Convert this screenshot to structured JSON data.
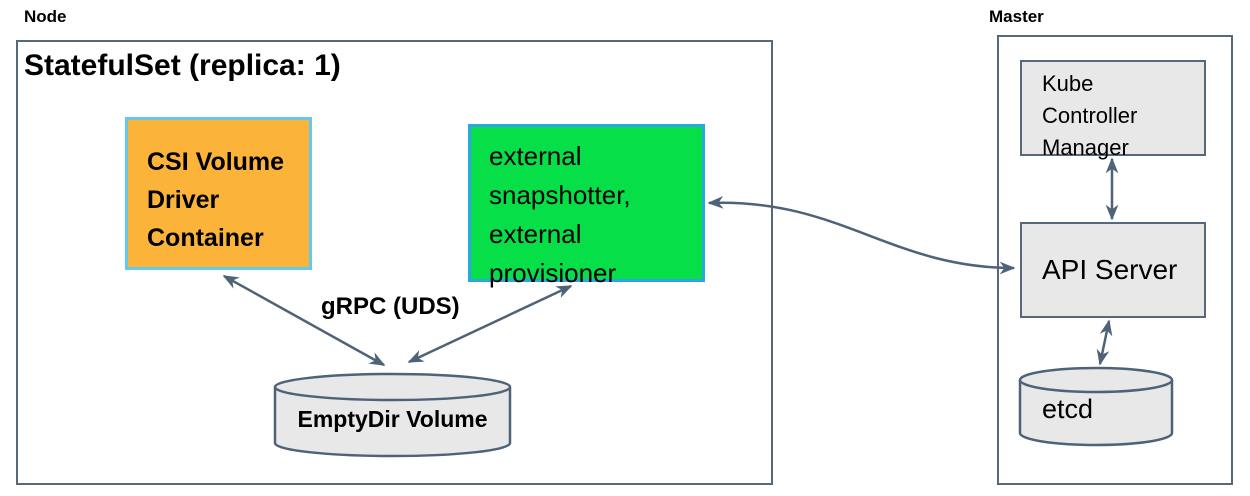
{
  "node_section": {
    "label": "Node",
    "statefulset_label": "StatefulSet (replica: 1)",
    "csi_box": {
      "lines": [
        "CSI Volume",
        "Driver",
        "Container"
      ]
    },
    "external_box": {
      "lines": [
        "external",
        "snapshotter,",
        "external",
        "provisioner"
      ]
    },
    "grpc_label": "gRPC (UDS)",
    "emptydir_label": "EmptyDir Volume"
  },
  "master_section": {
    "label": "Master",
    "kcm_box": {
      "lines": [
        "Kube",
        "Controller",
        "Manager"
      ]
    },
    "api_server_label": "API Server",
    "etcd_label": "etcd"
  },
  "edges": [
    {
      "from": "csi-volume-driver-container",
      "to": "emptydir-volume",
      "label": "gRPC (UDS)",
      "direction": "both"
    },
    {
      "from": "external-snapshotter-provisioner",
      "to": "emptydir-volume",
      "label": "gRPC (UDS)",
      "direction": "both"
    },
    {
      "from": "external-snapshotter-provisioner",
      "to": "api-server",
      "label": "",
      "direction": "both"
    },
    {
      "from": "kube-controller-manager",
      "to": "api-server",
      "label": "",
      "direction": "both"
    },
    {
      "from": "api-server",
      "to": "etcd",
      "label": "",
      "direction": "both"
    }
  ],
  "colors": {
    "orange-fill": "#fbb439",
    "orange-border": "#66c9ec",
    "green-fill": "#06df48",
    "green-border": "#2aa7e0",
    "gray-fill": "#e8e8e8",
    "frame-border": "#56687c",
    "arrow": "#4e6378",
    "text": "#000000"
  }
}
